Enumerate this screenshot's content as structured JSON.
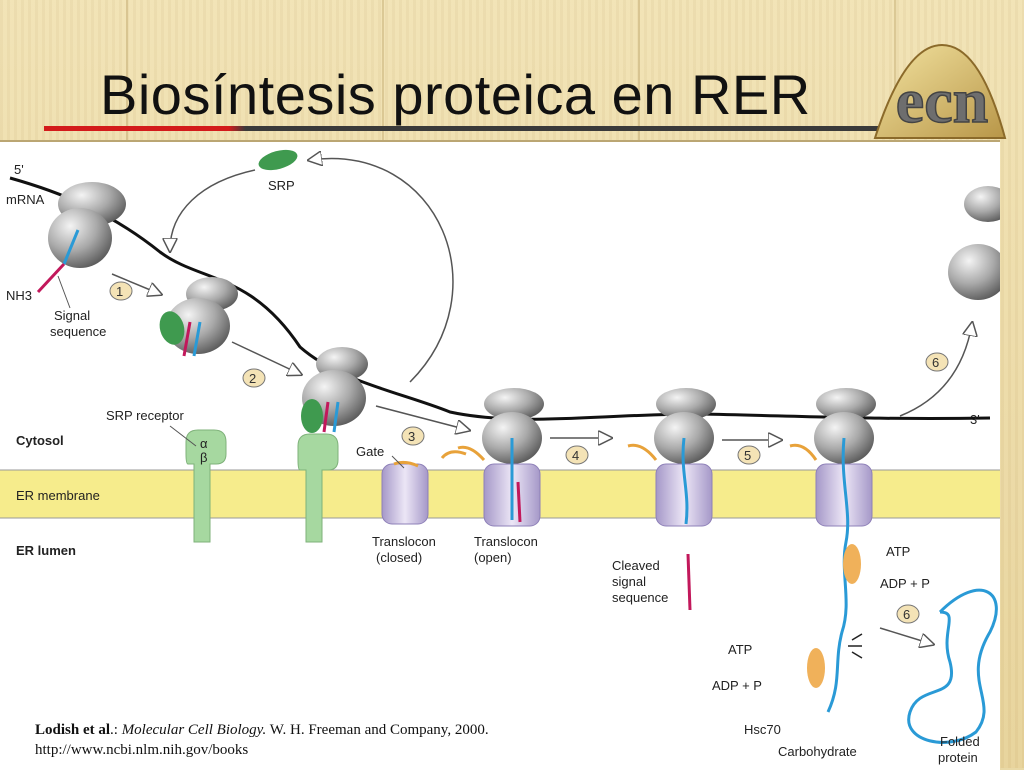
{
  "slide": {
    "title": "Biosíntesis proteica en RER",
    "logo_text": "ecn"
  },
  "diagram": {
    "mrna_5": "5'",
    "mrna_label": "mRNA",
    "mrna_3": "3'",
    "nh3": "NH3",
    "signal_sequence_line1": "Signal",
    "signal_sequence_line2": "sequence",
    "srp": "SRP",
    "srp_receptor": "SRP receptor",
    "alpha": "α",
    "beta": "β",
    "gate": "Gate",
    "cytosol": "Cytosol",
    "er_membrane": "ER membrane",
    "er_lumen": "ER lumen",
    "translocon_closed_line1": "Translocon",
    "translocon_closed_line2": "(closed)",
    "translocon_open_line1": "Translocon",
    "translocon_open_line2": "(open)",
    "cleaved_line1": "Cleaved",
    "cleaved_line2": "signal",
    "cleaved_line3": "sequence",
    "atp_1": "ATP",
    "adp_1": "ADP + P",
    "atp_2": "ATP",
    "adp_2": "ADP + P",
    "hsc70": "Hsc70",
    "carbohydrate": "Carbohydrate",
    "folded_line1": "Folded",
    "folded_line2": "protein",
    "steps": [
      "1",
      "2",
      "3",
      "4",
      "5",
      "6",
      "6"
    ],
    "colors": {
      "ribosome": "#a9a9a9",
      "membrane": "#f6ec8c",
      "translocon": "#c9bde0",
      "srp": "#3f9a4f",
      "receptor": "#a6d8a0",
      "signal_peptide": "#c2185b",
      "polypeptide": "#2a9ad6",
      "gate": "#e8a23a",
      "hsc70": "#f0b15a"
    }
  },
  "citation": {
    "author": "Lodish et al",
    "sep": ".: ",
    "book": "Molecular Cell Biology.",
    "publisher": " W. H. Freeman and Company, 2000.",
    "url": "http://www.ncbi.nlm.nih.gov/books"
  }
}
